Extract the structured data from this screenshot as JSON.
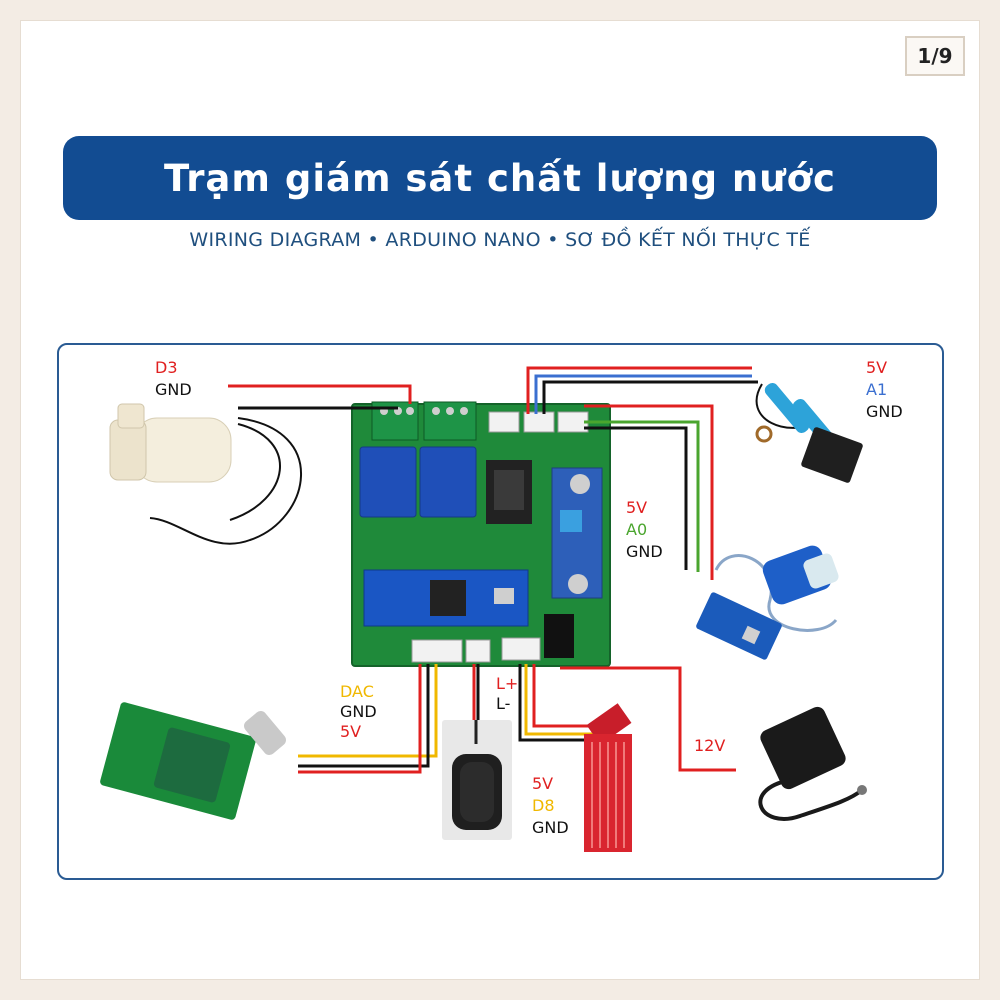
{
  "page_counter": "1/9",
  "title": "Trạm giám sát chất lượng nước",
  "subtitle": "WIRING DIAGRAM • ARDUINO NANO • SƠ ĐỒ KẾT NỐI THỰC TẾ",
  "labels": {
    "pump": [
      "D3",
      "GND"
    ],
    "ph_sensor": [
      "5V",
      "A1",
      "GND"
    ],
    "turbidity_sensor": [
      "5V",
      "A0",
      "GND"
    ],
    "amplifier": [
      "DAC",
      "GND",
      "5V"
    ],
    "speaker": [
      "L+",
      "L-"
    ],
    "water_sensor": [
      "5V",
      "D8",
      "GND"
    ],
    "power_adapter": [
      "12V"
    ]
  },
  "colors": {
    "wire_red": "#e02020",
    "wire_black": "#111111",
    "wire_blue": "#3b6fd0",
    "wire_green": "#4aa52e",
    "wire_yellow": "#f0b800",
    "banner": "#124c92",
    "pcb": "#1f8a3a"
  }
}
